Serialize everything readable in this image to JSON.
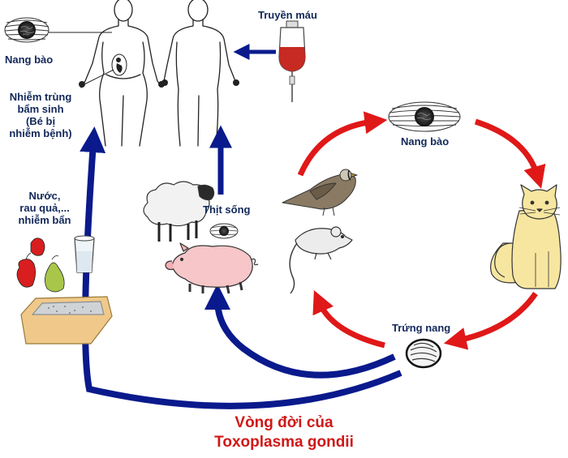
{
  "labels": {
    "cyst_left": "Nang bào",
    "congenital_1": "Nhiễm trùng",
    "congenital_2": "bẩm sinh",
    "congenital_3": "(Bé bị",
    "congenital_4": "nhiễm bệnh)",
    "transfusion": "Truyền máu",
    "cyst_right": "Nang bào",
    "contaminated_1": "Nước,",
    "contaminated_2": "rau quả,...",
    "contaminated_3": "nhiễm bẩn",
    "raw_meat": "Thịt sống",
    "oocyst": "Trứng nang"
  },
  "title": {
    "line1": "Vòng đời của",
    "line2": "Toxoplasma gondii"
  },
  "colors": {
    "blue_arrow": "#0a1a8c",
    "red_arrow": "#e01818",
    "label_text": "#12285a",
    "title_text": "#d01818"
  }
}
